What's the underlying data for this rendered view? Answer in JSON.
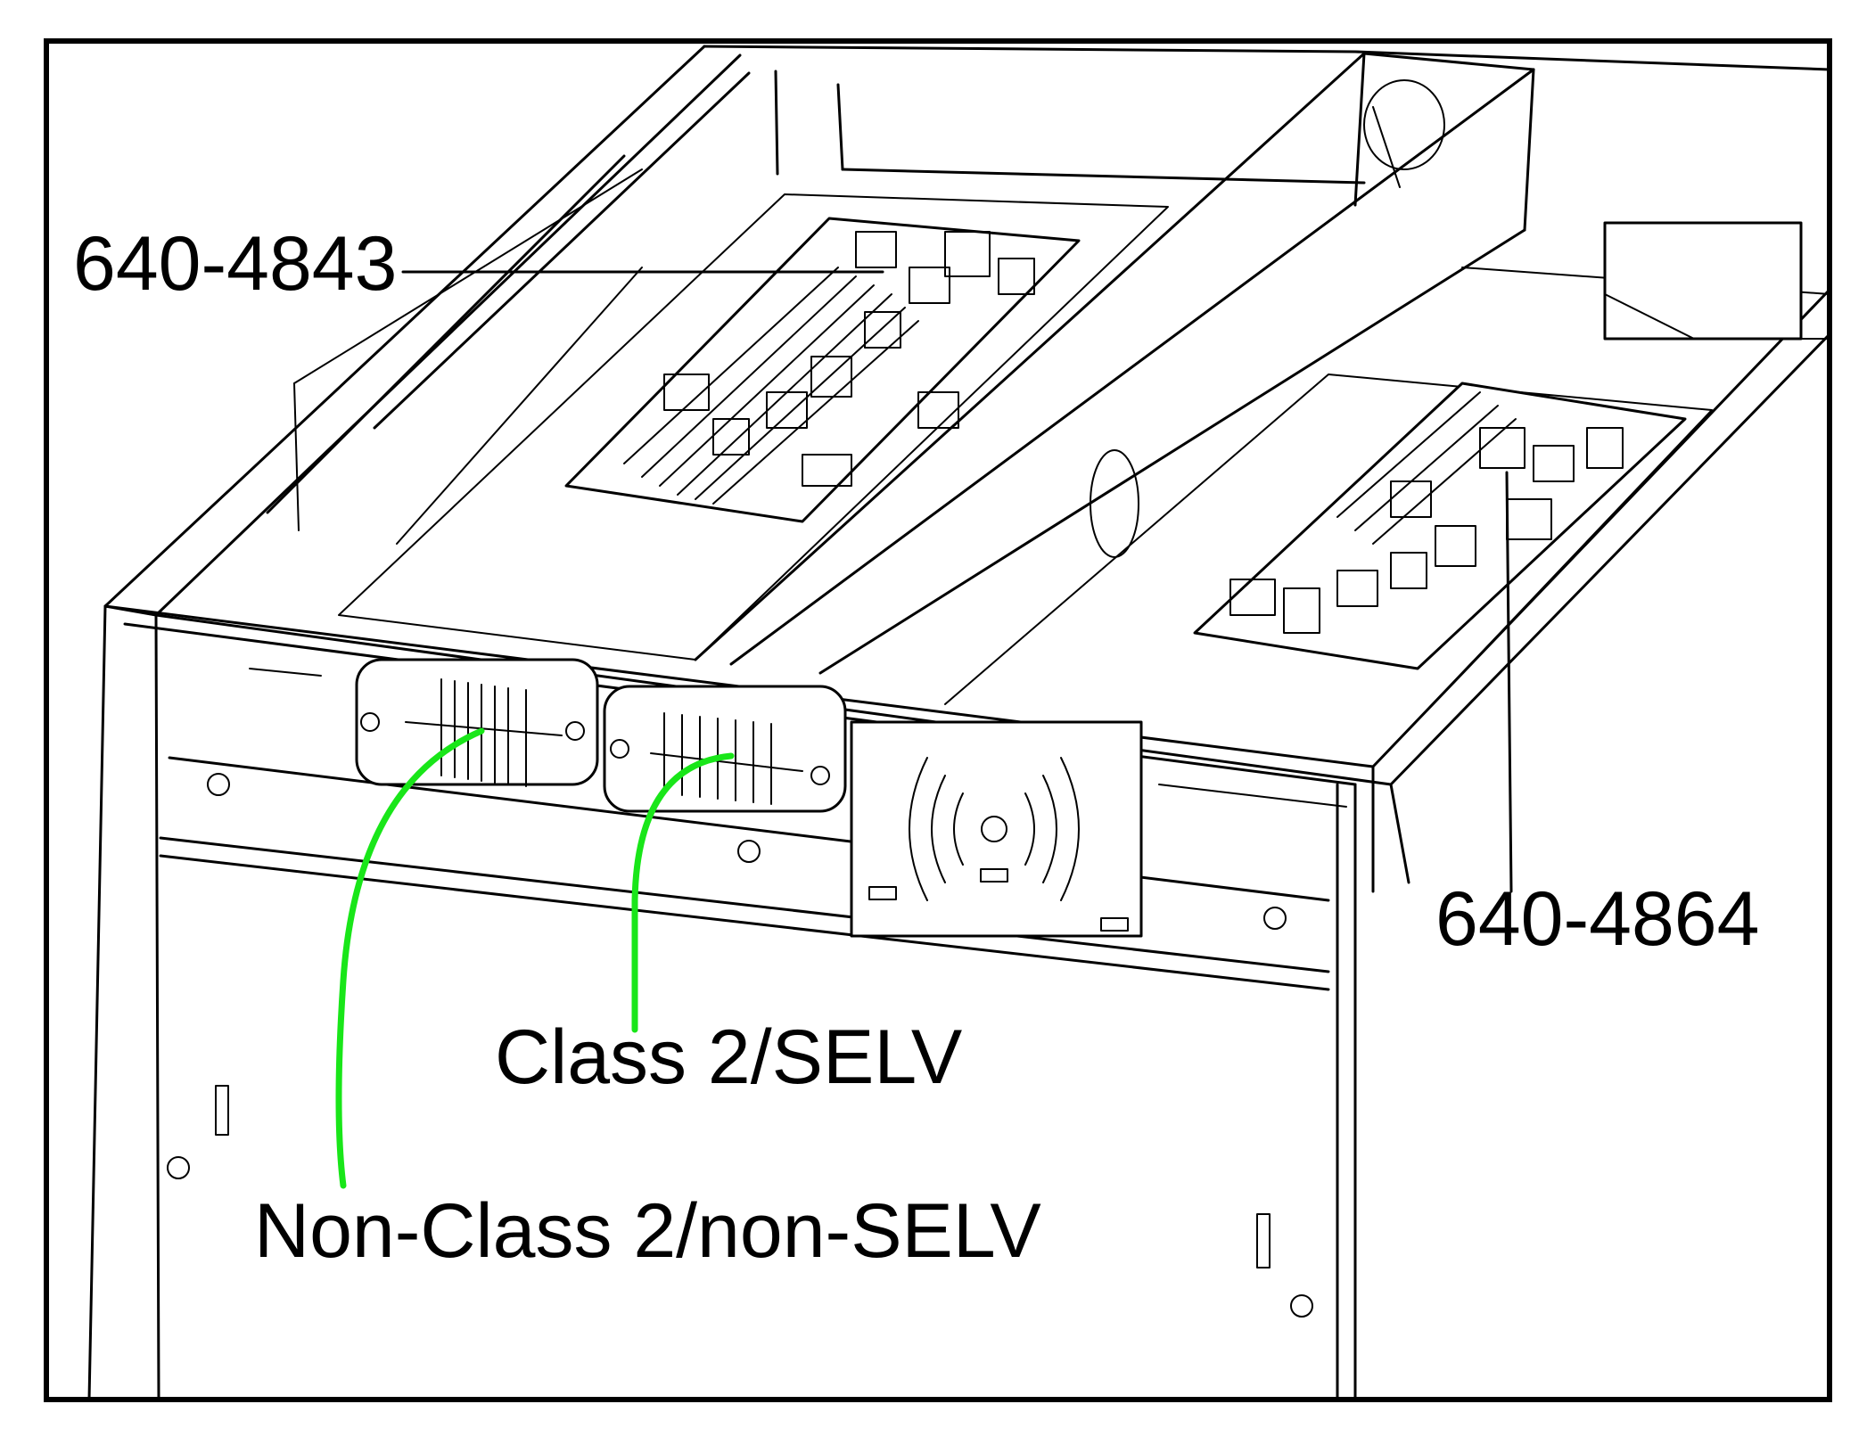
{
  "labels": {
    "board_left": "640-4843",
    "board_right": "640-4864",
    "class2": "Class 2/SELV",
    "nonclass2": "Non-Class 2/non-SELV"
  },
  "colors": {
    "leader_highlight": "#19e619",
    "line": "#000000",
    "background": "#ffffff"
  },
  "icons": {
    "wireless_symbol": "wireless-signal-icon",
    "screw": "torx-screw-icon"
  }
}
